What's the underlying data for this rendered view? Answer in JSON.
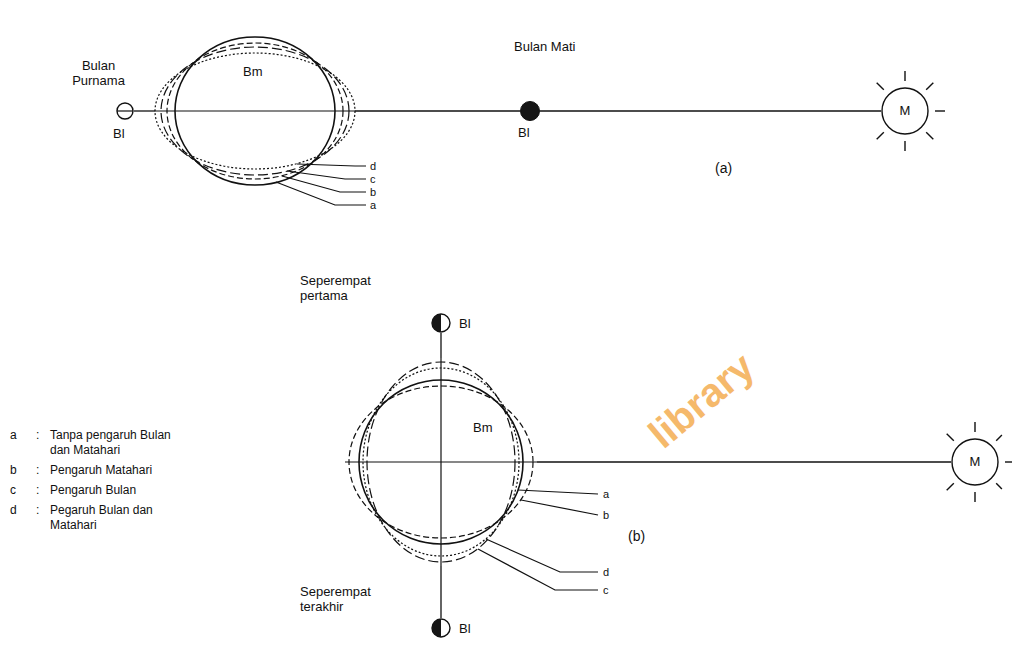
{
  "diagram": {
    "nodes": [
      {
        "text": [
          "Bulan Purnama",
          "Bl"
        ]
      },
      {
        "text": [
          "Bm"
        ]
      },
      {
        "text": [
          "Bulan Mati",
          "Bl"
        ]
      },
      {
        "text": [
          "M"
        ]
      },
      {
        "text": [
          "Seperempat pertama",
          "Bl"
        ]
      },
      {
        "text": [
          "Bm"
        ]
      },
      {
        "text": [
          "M"
        ]
      },
      {
        "text": [
          "Seperempat terakhir",
          "Bl"
        ]
      }
    ],
    "edges": [
      {
        "from": 0,
        "to": 1,
        "arrow": "none"
      },
      {
        "from": 1,
        "to": 2,
        "arrow": "none"
      },
      {
        "from": 2,
        "to": 3,
        "arrow": "none"
      },
      {
        "from": 4,
        "to": 5,
        "arrow": "none"
      },
      {
        "from": 5,
        "to": 7,
        "arrow": "none"
      },
      {
        "from": 5,
        "to": 6,
        "arrow": "none"
      }
    ],
    "labels": [
      "d",
      "c",
      "b",
      "a",
      "(a)",
      "a",
      "b",
      "d",
      "c",
      "(b)",
      "library",
      "a",
      ":",
      "b",
      ":",
      "c",
      ":",
      "d",
      ":"
    ],
    "legend": [
      {
        "text": "Tanpa pengaruh Bulan dan Matahari"
      },
      {
        "text": "Pengaruh Matahari"
      },
      {
        "text": "Pengaruh Bulan"
      },
      {
        "text": "Pegaruh Bulan dan Matahari"
      }
    ]
  }
}
